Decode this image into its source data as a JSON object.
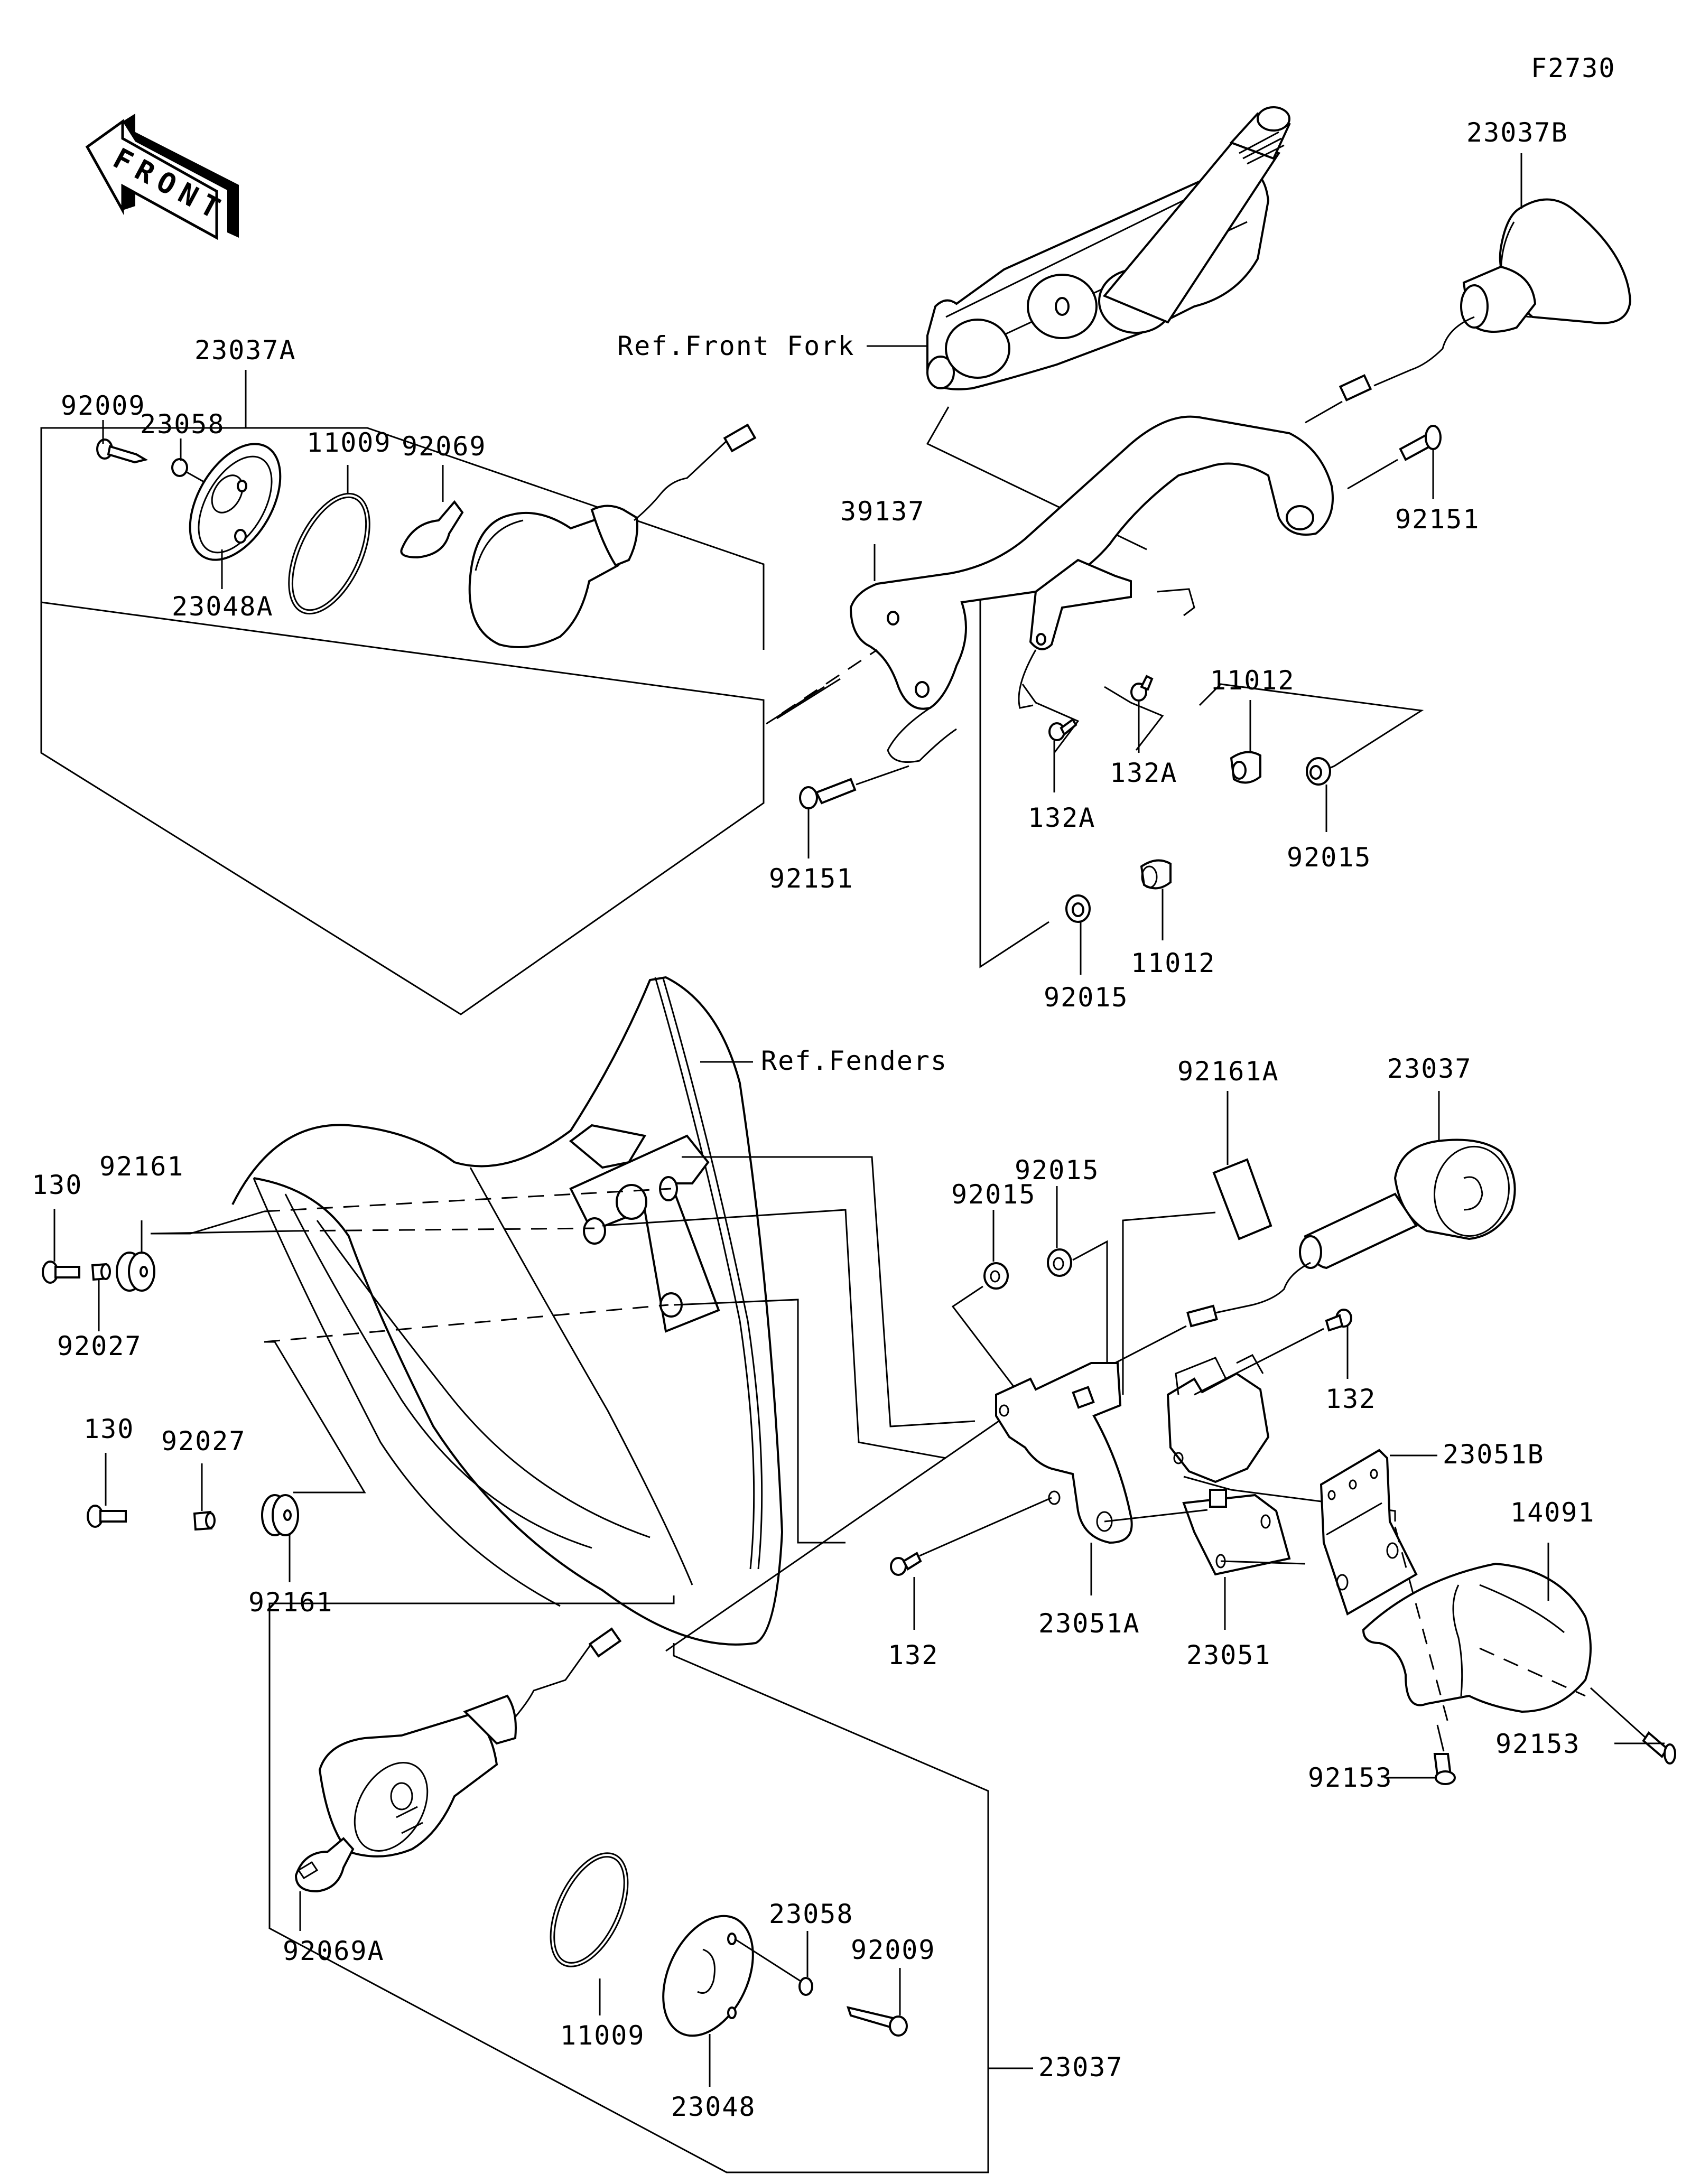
{
  "diagram": {
    "figure_id": "F2730",
    "front_indicator": "FRONT",
    "references": {
      "front_fork": "Ref.Front Fork",
      "fenders": "Ref.Fenders"
    },
    "assemblies": {
      "front_left": {
        "id": "23037A",
        "parts": [
          "92009",
          "23058",
          "11009",
          "92069",
          "23048A"
        ]
      },
      "rear_left": {
        "id": "23037",
        "parts": [
          "92069A",
          "11009",
          "23048",
          "23058",
          "92009"
        ]
      }
    },
    "labels": {
      "p23037B": "23037B",
      "p23037A": "23037A",
      "p92009_top": "92009",
      "p23058_top": "23058",
      "p11009_top": "11009",
      "p92069": "92069",
      "p23048A": "23048A",
      "p39137": "39137",
      "p92151_right": "92151",
      "p92151_left": "92151",
      "p132A_1": "132A",
      "p132A_2": "132A",
      "p11012_1": "11012",
      "p11012_2": "11012",
      "p92015_r": "92015",
      "p92015_l": "92015",
      "p130_1": "130",
      "p92161_1": "92161",
      "p92027_1": "92027",
      "p130_2": "130",
      "p92027_2": "92027",
      "p92161_2": "92161",
      "p92161A": "92161A",
      "p23037_right": "23037",
      "p92015_a": "92015",
      "p92015_b": "92015",
      "p132_r": "132",
      "p23051B": "23051B",
      "p14091": "14091",
      "p132_l": "132",
      "p23051A": "23051A",
      "p23051": "23051",
      "p92153_r": "92153",
      "p92153_l": "92153",
      "p92069A": "92069A",
      "p11009_bot": "11009",
      "p23048": "23048",
      "p23058_bot": "23058",
      "p92009_bot": "92009",
      "p23037_bot": "23037"
    }
  }
}
